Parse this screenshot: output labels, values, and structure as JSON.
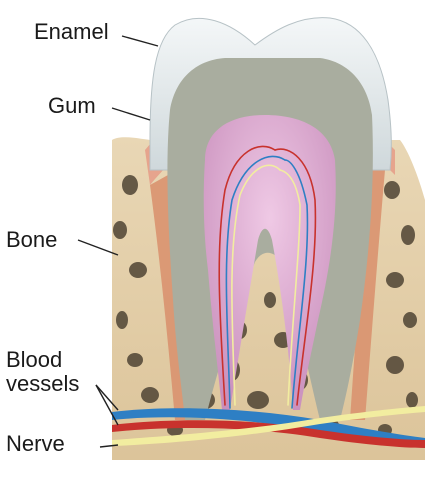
{
  "labels": {
    "enamel": "Enamel",
    "gum": "Gum",
    "bone": "Bone",
    "blood_vessels": "Blood\nvessels",
    "nerve": "Nerve"
  },
  "colors": {
    "enamel": "#e6ecef",
    "dentin": "#a9ad9f",
    "pulp": "#e2b3d5",
    "gum": "#e6a48d",
    "bone": "#e7d2ad",
    "bone_pore": "#4f4434",
    "artery": "#c8322d",
    "vein": "#2e7fc4",
    "nerve": "#f2eda0",
    "leader_line": "#222222"
  }
}
